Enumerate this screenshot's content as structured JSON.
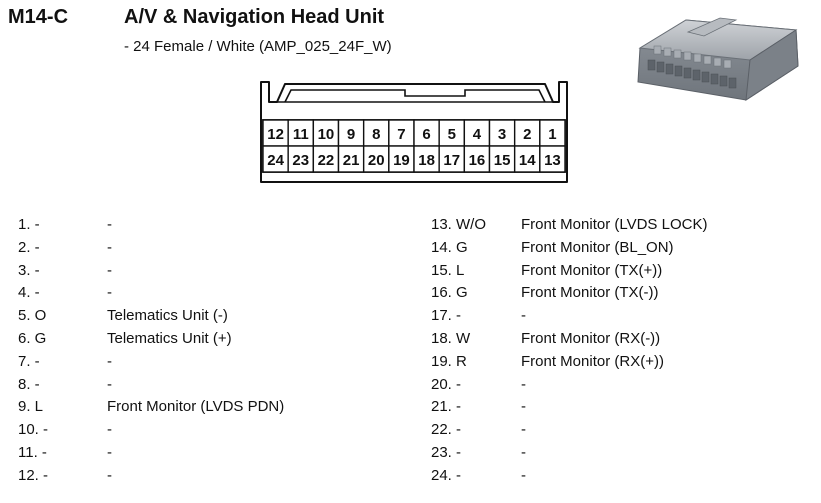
{
  "connector": {
    "code": "M14-C",
    "title": "A/V & Navigation Head Unit",
    "subtitle": "- 24 Female / White (AMP_025_24F_W)"
  },
  "diagram": {
    "top_row": [
      "12",
      "11",
      "10",
      "9",
      "8",
      "7",
      "6",
      "5",
      "4",
      "3",
      "2",
      "1"
    ],
    "bottom_row": [
      "24",
      "23",
      "22",
      "21",
      "20",
      "19",
      "18",
      "17",
      "16",
      "15",
      "14",
      "13"
    ]
  },
  "pins_left": [
    {
      "label": "1. -",
      "desc": "-"
    },
    {
      "label": "2. -",
      "desc": "-"
    },
    {
      "label": "3. -",
      "desc": "-"
    },
    {
      "label": "4. -",
      "desc": "-"
    },
    {
      "label": "5. O",
      "desc": "Telematics Unit (-)"
    },
    {
      "label": "6. G",
      "desc": "Telematics Unit (+)"
    },
    {
      "label": "7. -",
      "desc": "-"
    },
    {
      "label": "8. -",
      "desc": "-"
    },
    {
      "label": "9. L",
      "desc": "Front Monitor (LVDS PDN)"
    },
    {
      "label": "10. -",
      "desc": "-"
    },
    {
      "label": "11. -",
      "desc": "-"
    },
    {
      "label": "12. -",
      "desc": "-"
    }
  ],
  "pins_right": [
    {
      "label": "13. W/O",
      "desc": "Front Monitor (LVDS LOCK)"
    },
    {
      "label": "14. G",
      "desc": "Front Monitor (BL_ON)"
    },
    {
      "label": "15. L",
      "desc": "Front Monitor (TX(+))"
    },
    {
      "label": "16. G",
      "desc": "Front Monitor (TX(-))"
    },
    {
      "label": "17. -",
      "desc": "-"
    },
    {
      "label": "18. W",
      "desc": "Front Monitor (RX(-))"
    },
    {
      "label": "19. R",
      "desc": "Front Monitor (RX(+))"
    },
    {
      "label": "20. -",
      "desc": "-"
    },
    {
      "label": "21. -",
      "desc": "-"
    },
    {
      "label": "22. -",
      "desc": "-"
    },
    {
      "label": "23. -",
      "desc": "-"
    },
    {
      "label": "24. -",
      "desc": "-"
    }
  ]
}
